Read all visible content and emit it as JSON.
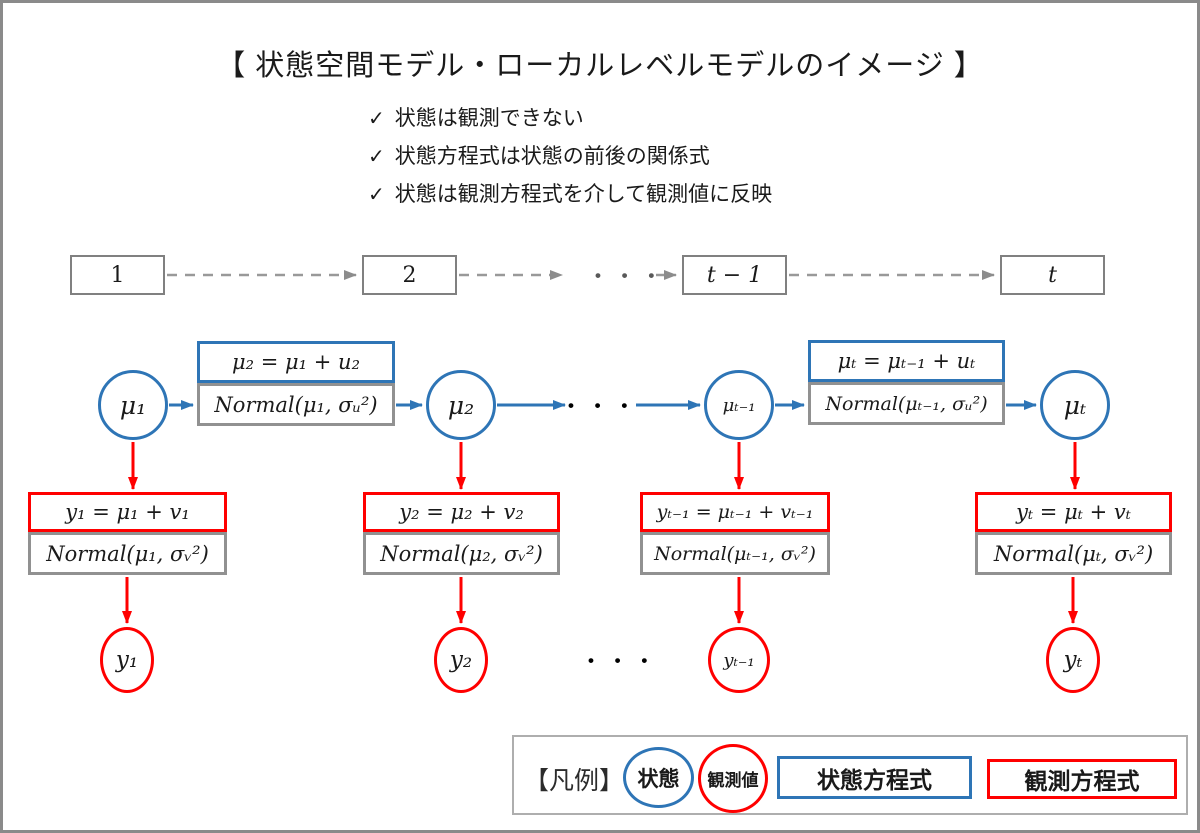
{
  "title": "【 状態空間モデル・ローカルレベルモデルのイメージ 】",
  "note_check": "✓",
  "notes": [
    "状態は観測できない",
    "状態方程式は状態の前後の関係式",
    "状態は観測方程式を介して観測値に反映"
  ],
  "colors": {
    "state_blue": "#2E75B6",
    "observation_red": "#FF0000",
    "distribution_gray": "#919191",
    "timeline_gray": "#808080"
  },
  "timeline": {
    "labels": [
      "1",
      "2",
      "t − 1",
      "t"
    ],
    "dots": "• • •"
  },
  "states": {
    "circles": [
      "μ₁",
      "μ₂",
      "μₜ₋₁",
      "μₜ"
    ],
    "dots": "• • •",
    "equations": [
      {
        "eq": "μ₂ = μ₁ + u₂",
        "dist": "Normal(μ₁, σᵤ²)"
      },
      {
        "eq": "μₜ = μₜ₋₁ + uₜ",
        "dist": "Normal(μₜ₋₁, σᵤ²)"
      }
    ]
  },
  "observations": {
    "dots": "• • •",
    "columns": [
      {
        "eq": "y₁ = μ₁ + v₁",
        "dist": "Normal(μ₁, σᵥ²)",
        "circle": "y₁"
      },
      {
        "eq": "y₂ = μ₂ + v₂",
        "dist": "Normal(μ₂, σᵥ²)",
        "circle": "y₂"
      },
      {
        "eq": "yₜ₋₁ = μₜ₋₁ + vₜ₋₁",
        "dist": "Normal(μₜ₋₁, σᵥ²)",
        "circle": "yₜ₋₁"
      },
      {
        "eq": "yₜ = μₜ + vₜ",
        "dist": "Normal(μₜ, σᵥ²)",
        "circle": "yₜ"
      }
    ]
  },
  "legend": {
    "heading": "【凡例】",
    "state_circle": "状態",
    "observation_circle": "観測値",
    "state_box": "状態方程式",
    "observation_box": "観測方程式"
  }
}
